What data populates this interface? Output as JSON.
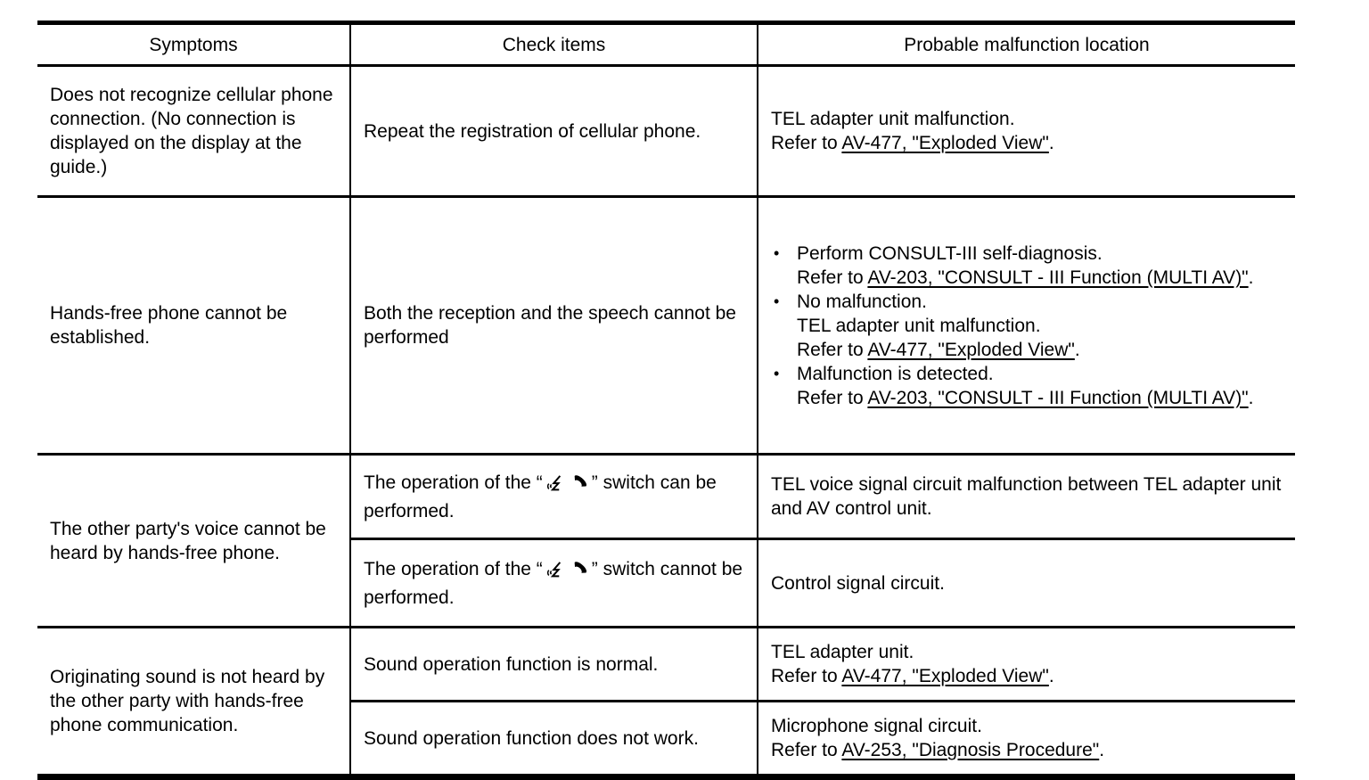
{
  "shared": {
    "refer_to": "Refer to ",
    "period": ".",
    "bullet": "•"
  },
  "icons": {
    "voice_command": "voice-command-icon",
    "handset": "handset-icon"
  },
  "table": {
    "headers": [
      "Symptoms",
      "Check items",
      "Probable malfunction location"
    ],
    "rows": {
      "r1": {
        "symptom": "Does not recognize cellular phone connection. (No connection is displayed on the display at the guide.)",
        "check": "Repeat the registration of cellular phone.",
        "loc": {
          "line1": "TEL adapter unit malfunction.",
          "link": "AV-477, \"Exploded View\""
        }
      },
      "r2": {
        "symptom": "Hands-free phone cannot be established.",
        "check": "Both the reception and the speech cannot be performed",
        "bullets": [
          {
            "line1": "Perform CONSULT-III self-diagnosis.",
            "link": "AV-203, \"CONSULT - III Function (MULTI AV)\""
          },
          {
            "line1": "No malfunction.",
            "line2": "TEL adapter unit malfunction.",
            "link": "AV-477, \"Exploded View\""
          },
          {
            "line1": "Malfunction is detected.",
            "link": "AV-203, \"CONSULT - III Function (MULTI AV)\""
          }
        ]
      },
      "r3": {
        "symptom": "The other party's voice cannot be heard by hands-free phone.",
        "check_a": {
          "prefix": "The operation of the “",
          "suffix": "” switch can be performed."
        },
        "check_b": {
          "prefix": "The operation of the “",
          "suffix": "” switch cannot be performed."
        },
        "loc_a": "TEL voice signal circuit malfunction between TEL adapter unit and AV control unit.",
        "loc_b": "Control signal circuit."
      },
      "r4": {
        "symptom": "Originating sound is not heard by the other party with hands-free phone communication.",
        "check_a": "Sound operation function is normal.",
        "check_b": "Sound operation function does not work.",
        "loc_a": {
          "line1": "TEL adapter unit.",
          "link": "AV-477, \"Exploded View\""
        },
        "loc_b": {
          "line1": "Microphone signal circuit.",
          "link": "AV-253, \"Diagnosis Procedure\""
        }
      }
    }
  }
}
